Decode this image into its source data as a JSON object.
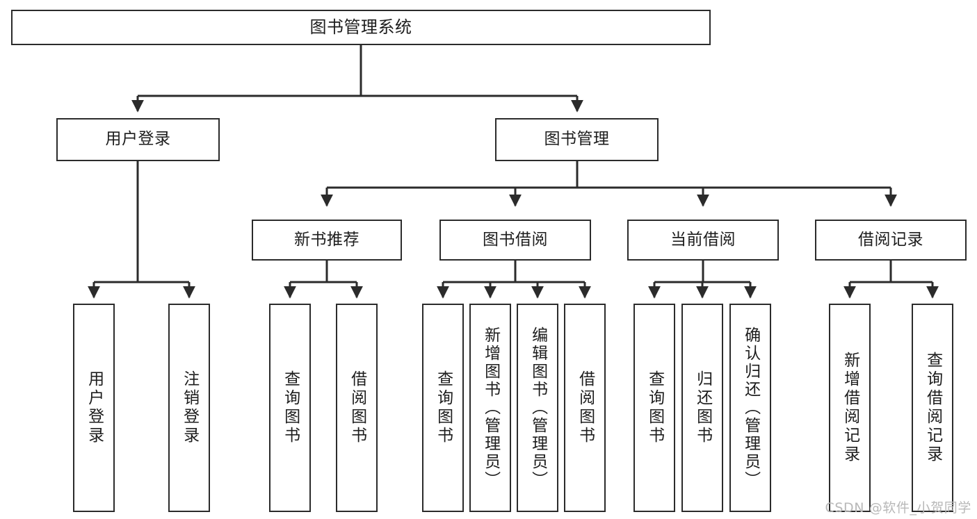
{
  "diagram": {
    "type": "tree-hierarchy",
    "title": "图书管理系统",
    "watermark": "CSDN @软件_小贺同学",
    "line_color": "#2b2b2b",
    "box_fill": "#ffffff",
    "text_color": "#1d1d1d",
    "watermark_color": "#b8b8b8",
    "levels": 4
  },
  "nodes": {
    "root": {
      "label": "图书管理系统"
    },
    "level2": [
      {
        "label": "用户登录"
      },
      {
        "label": "图书管理"
      }
    ],
    "level3": [
      {
        "label": "新书推荐"
      },
      {
        "label": "图书借阅"
      },
      {
        "label": "当前借阅"
      },
      {
        "label": "借阅记录"
      }
    ],
    "leaves": {
      "user_login": [
        {
          "label": "用户登录"
        },
        {
          "label": "注销登录"
        }
      ],
      "new_book_recommend": [
        {
          "label": "查询图书"
        },
        {
          "label": "借阅图书"
        }
      ],
      "book_borrow": [
        {
          "label": "查询图书"
        },
        {
          "label": "新增图书（管理员）"
        },
        {
          "label": "编辑图书（管理员）"
        },
        {
          "label": "借阅图书"
        }
      ],
      "current_borrow": [
        {
          "label": "查询图书"
        },
        {
          "label": "归还图书"
        },
        {
          "label": "确认归还（管理员）"
        }
      ],
      "borrow_record": [
        {
          "label": "新增借阅记录"
        },
        {
          "label": "查询借阅记录"
        }
      ]
    }
  }
}
